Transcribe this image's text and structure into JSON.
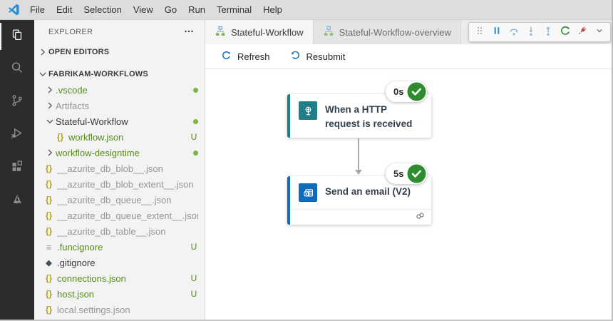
{
  "titlebar": {
    "menus": [
      "File",
      "Edit",
      "Selection",
      "View",
      "Go",
      "Run",
      "Terminal",
      "Help"
    ]
  },
  "activity_bar": {
    "items": [
      {
        "name": "explorer",
        "icon": "files-icon",
        "active": true
      },
      {
        "name": "search",
        "icon": "search-icon",
        "active": false
      },
      {
        "name": "source-control",
        "icon": "source-control-icon",
        "active": false
      },
      {
        "name": "run-debug",
        "icon": "debug-icon",
        "active": false
      },
      {
        "name": "extensions",
        "icon": "extensions-icon",
        "active": false
      },
      {
        "name": "azure",
        "icon": "azure-icon",
        "active": false
      }
    ]
  },
  "sidebar": {
    "title": "EXPLORER",
    "rows": [
      {
        "kind": "section",
        "label": "OPEN EDITORS",
        "twistie": "collapsed"
      },
      {
        "kind": "section",
        "label": "FABRIKAM-WORKFLOWS",
        "twistie": "expanded",
        "gap": true
      },
      {
        "kind": "folder",
        "label": ".vscode",
        "twistie": "collapsed",
        "color": "green",
        "badge": "dot",
        "depth": 1
      },
      {
        "kind": "folder",
        "label": "Artifacts",
        "twistie": "collapsed",
        "color": "ignored",
        "badge": "",
        "depth": 1
      },
      {
        "kind": "folder",
        "label": "Stateful-Workflow",
        "twistie": "expanded",
        "color": "normal",
        "badge": "dot",
        "depth": 1
      },
      {
        "kind": "file",
        "icon": "json",
        "label": "workflow.json",
        "color": "green",
        "badge": "U",
        "depth": 2
      },
      {
        "kind": "folder",
        "label": "workflow-designtime",
        "twistie": "collapsed",
        "color": "green",
        "badge": "dot",
        "depth": 1
      },
      {
        "kind": "file",
        "icon": "json",
        "label": "__azurite_db_blob__.json",
        "color": "ignored",
        "badge": "",
        "depth": 1
      },
      {
        "kind": "file",
        "icon": "json",
        "label": "__azurite_db_blob_extent__.json",
        "color": "ignored",
        "badge": "",
        "depth": 1
      },
      {
        "kind": "file",
        "icon": "json",
        "label": "__azurite_db_queue__.json",
        "color": "ignored",
        "badge": "",
        "depth": 1
      },
      {
        "kind": "file",
        "icon": "json",
        "label": "__azurite_db_queue_extent__.json",
        "color": "ignored",
        "badge": "",
        "depth": 1
      },
      {
        "kind": "file",
        "icon": "json",
        "label": "__azurite_db_table__.json",
        "color": "ignored",
        "badge": "",
        "depth": 1
      },
      {
        "kind": "file",
        "icon": "lines",
        "label": ".funcignore",
        "color": "green",
        "badge": "U",
        "depth": 1
      },
      {
        "kind": "file",
        "icon": "git",
        "label": ".gitignore",
        "color": "normal",
        "badge": "",
        "depth": 1
      },
      {
        "kind": "file",
        "icon": "json",
        "label": "connections.json",
        "color": "green",
        "badge": "U",
        "depth": 1
      },
      {
        "kind": "file",
        "icon": "json",
        "label": "host.json",
        "color": "green",
        "badge": "U",
        "depth": 1
      },
      {
        "kind": "file",
        "icon": "json",
        "label": "local.settings.json",
        "color": "ignored",
        "badge": "",
        "depth": 1
      }
    ],
    "git_green": "#568c1c",
    "dot_color": "#7cb342"
  },
  "tabs": [
    {
      "label": "Stateful-Workflow",
      "active": true
    },
    {
      "label": "Stateful-Workflow-overview",
      "active": false
    }
  ],
  "debug_toolbar": {
    "buttons": [
      "drag-handle",
      "pause",
      "step-over",
      "step-into",
      "step-out",
      "restart",
      "disconnect",
      "more"
    ]
  },
  "view_toolbar": {
    "refresh_label": "Refresh",
    "resubmit_label": "Resubmit"
  },
  "canvas": {
    "nodes": [
      {
        "title": "When a HTTP request is received",
        "duration": "0s",
        "status": "succeeded",
        "accent_color": "#217d87",
        "icon": "http-trigger-icon",
        "has_footer": false
      },
      {
        "title": "Send an email (V2)",
        "duration": "5s",
        "status": "succeeded",
        "accent_color": "#0f6cbd",
        "icon": "outlook-icon",
        "has_footer": true
      }
    ],
    "success_color": "#2e8b2e"
  }
}
